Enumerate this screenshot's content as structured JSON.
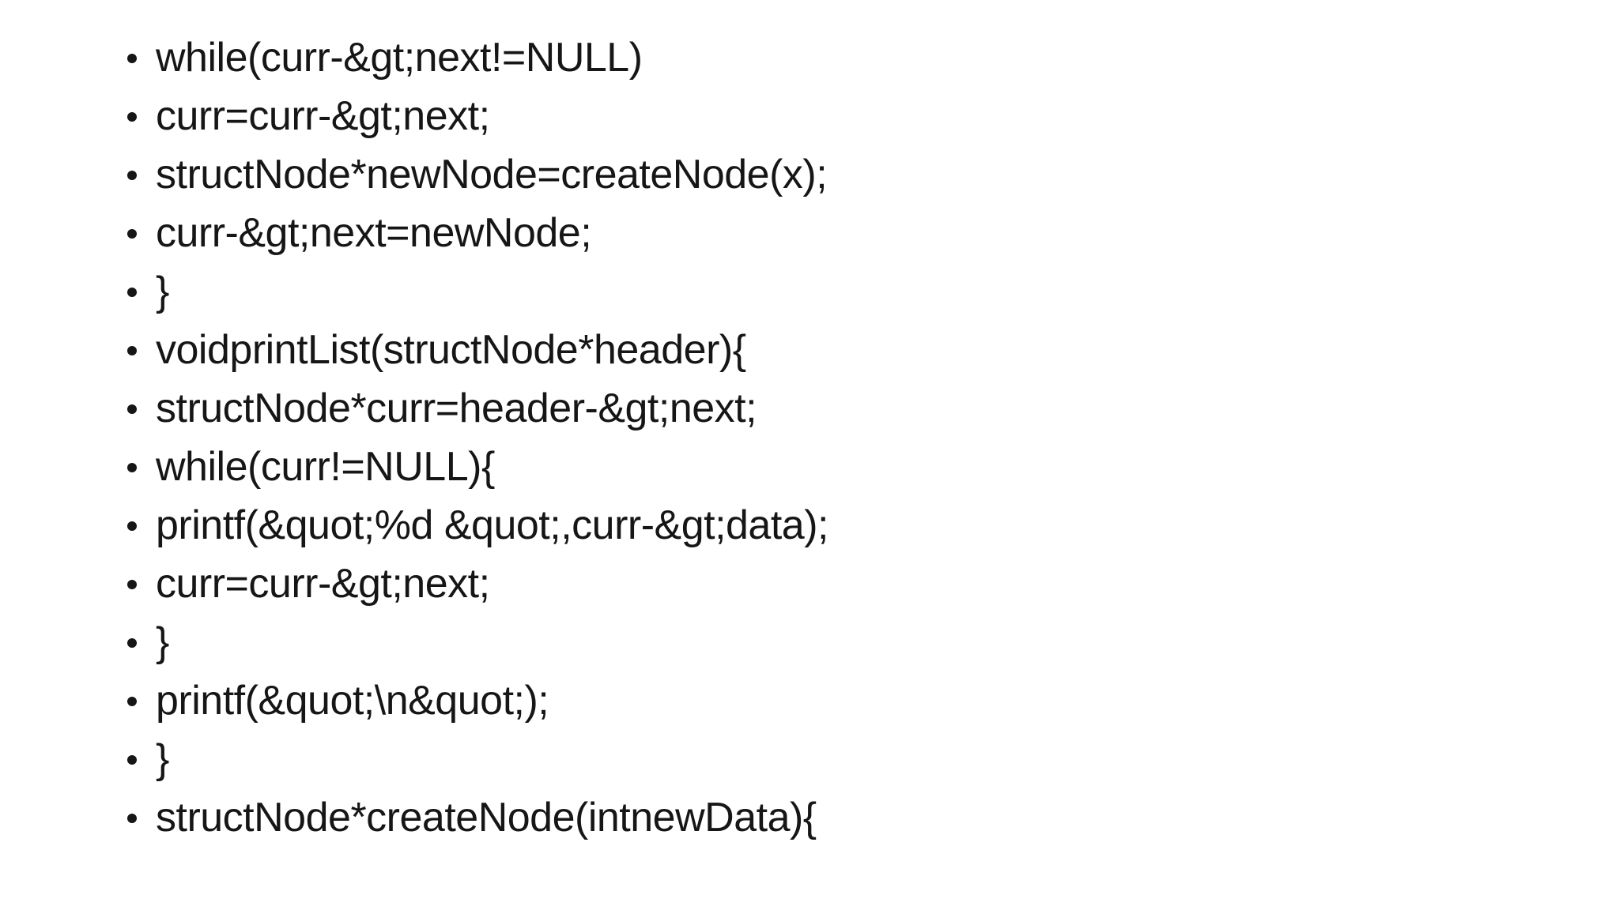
{
  "page": {
    "background_color": "#ffffff",
    "text_color": "#161616",
    "bullet_color": "#161616"
  },
  "code_list": {
    "items": [
      "while(curr-&gt;next!=NULL)",
      "curr=curr-&gt;next;",
      "structNode*newNode=createNode(x);",
      "curr-&gt;next=newNode;",
      "}",
      "voidprintList(structNode*header){",
      "structNode*curr=header-&gt;next;",
      "while(curr!=NULL){",
      "printf(&quot;%d &quot;,curr-&gt;data);",
      "curr=curr-&gt;next;",
      "}",
      "printf(&quot;\\n&quot;);",
      "}",
      "structNode*createNode(intnewData){"
    ]
  }
}
